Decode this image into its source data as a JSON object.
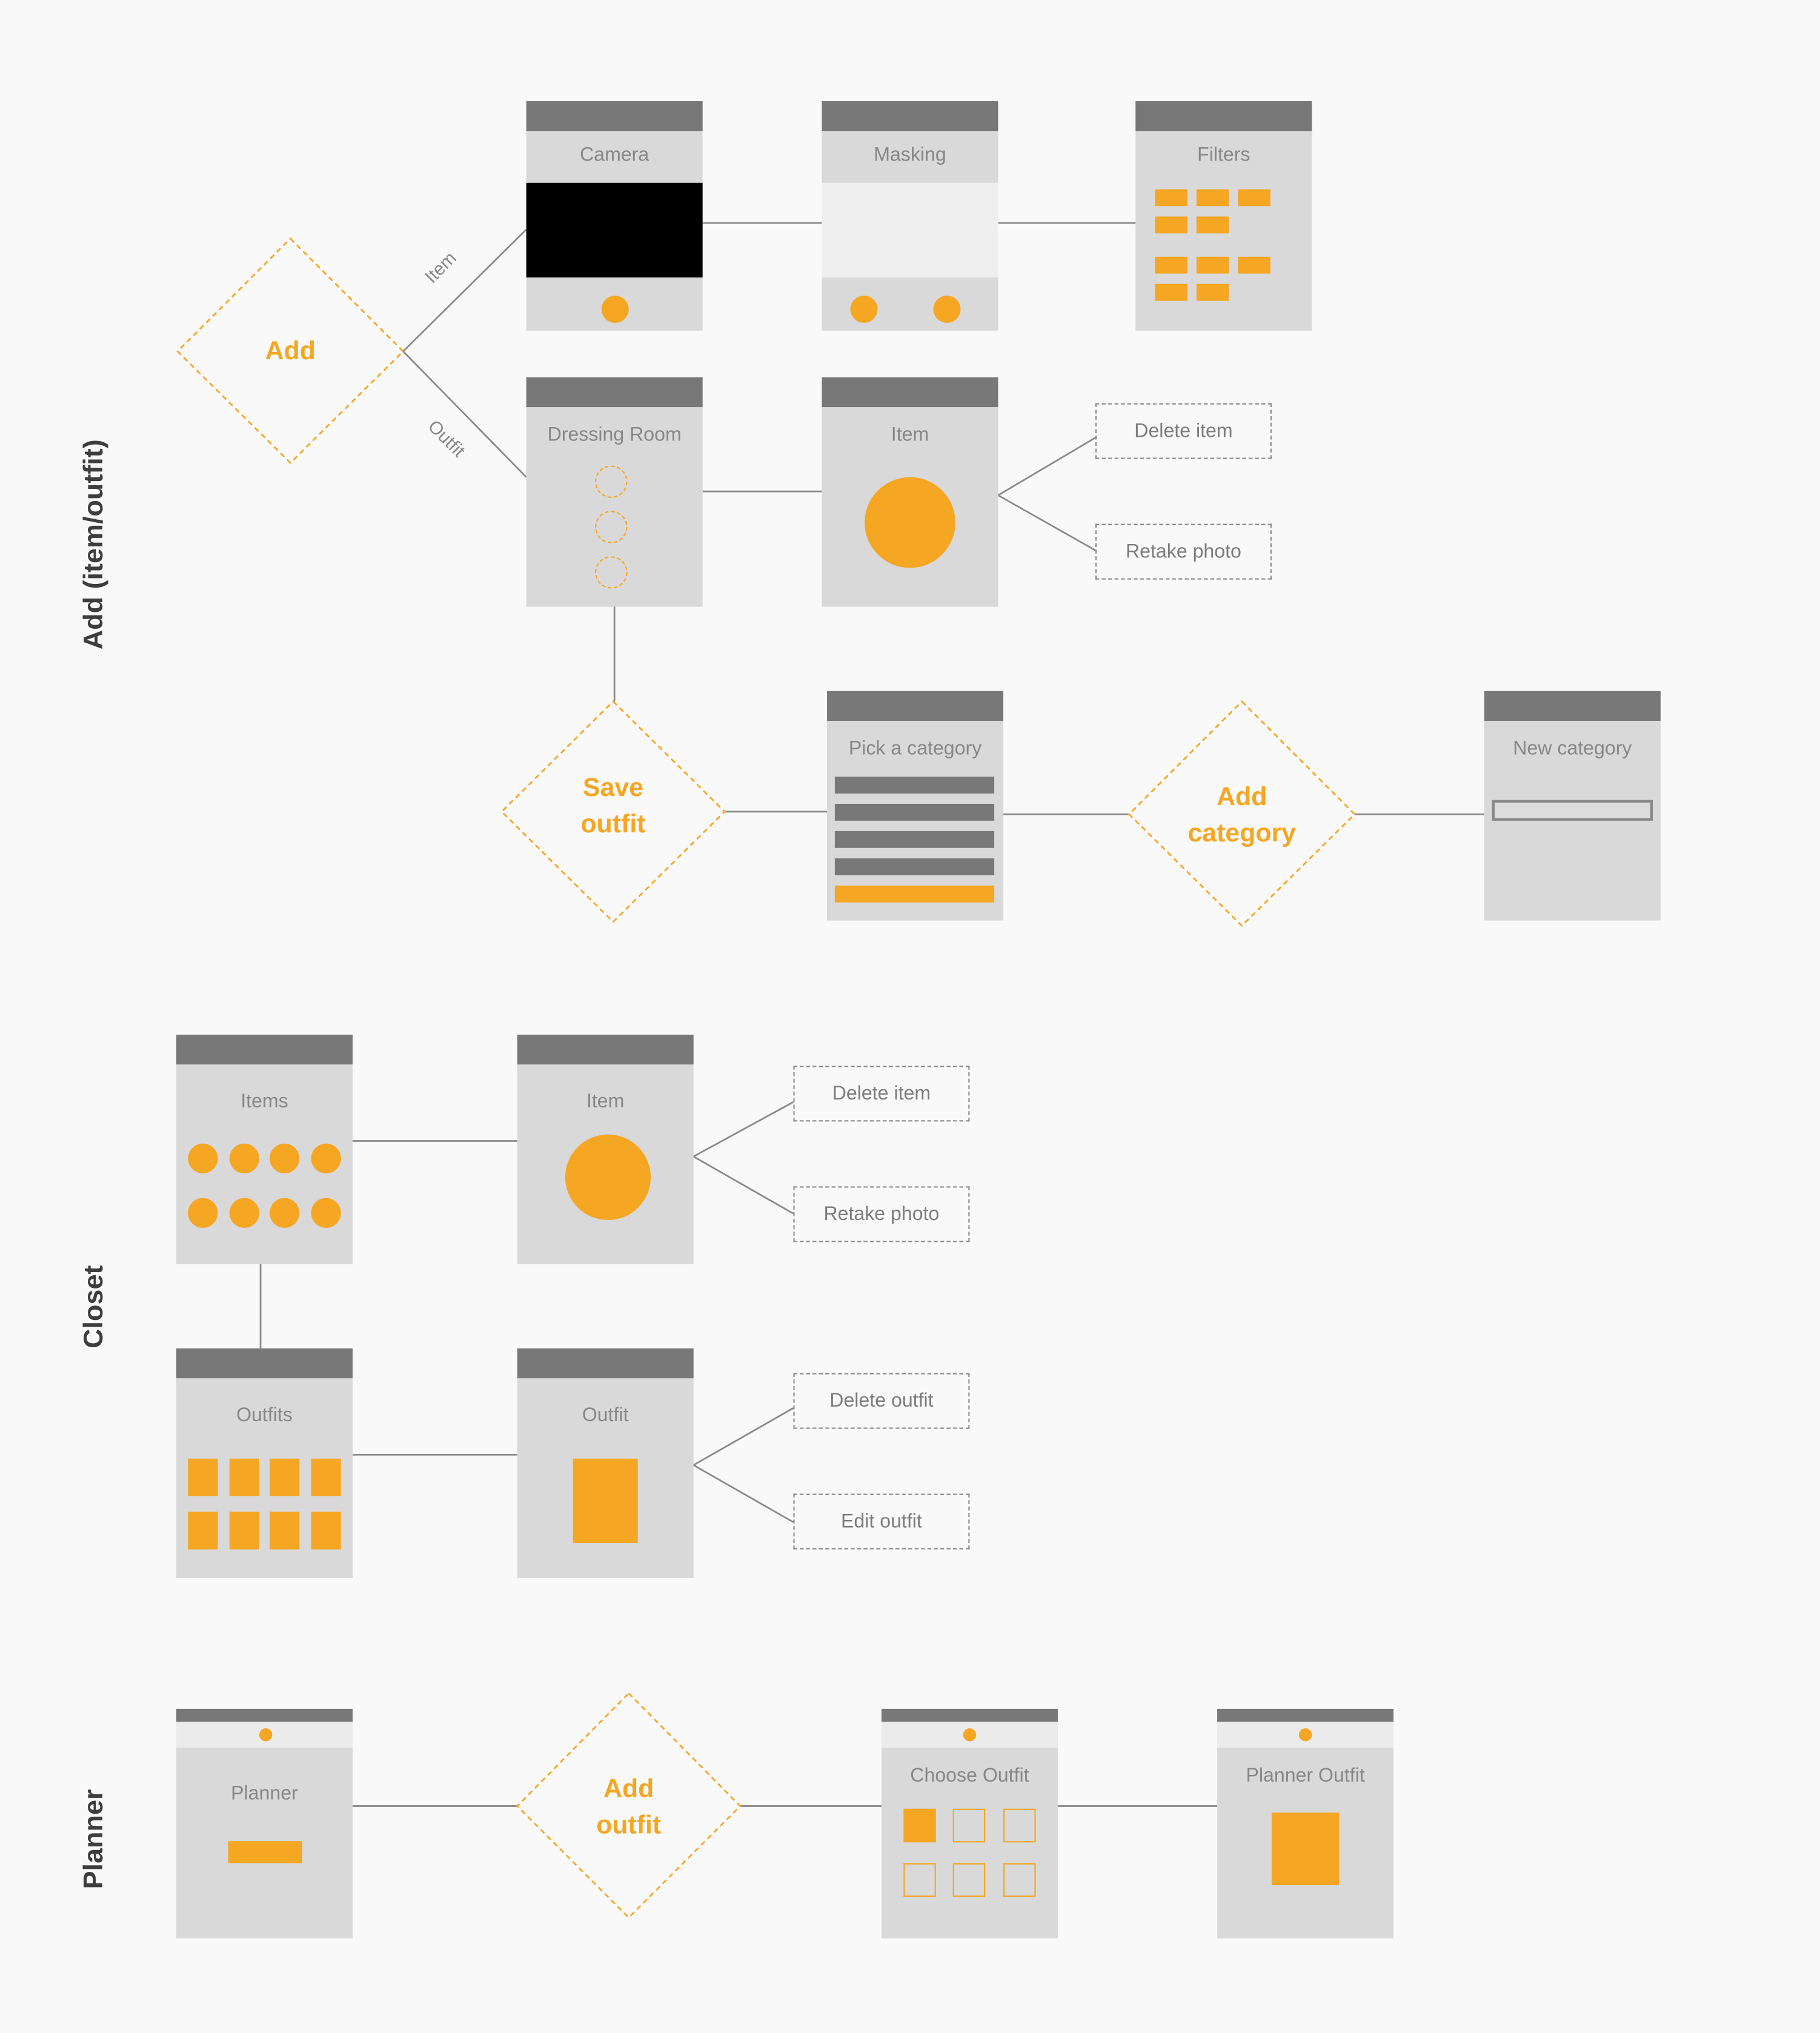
{
  "sections": {
    "add": "Add (item/outfit)",
    "closet": "Closet",
    "planner": "Planner"
  },
  "edge_labels": {
    "item": "Item",
    "outfit": "Outfit"
  },
  "diamonds": {
    "add": "Add",
    "save_outfit": "Save\noutfit",
    "add_category": "Add\ncategory",
    "add_outfit": "Add\noutfit"
  },
  "screens": {
    "camera": "Camera",
    "masking": "Masking",
    "filters": "Filters",
    "dressing_room": "Dressing Room",
    "item_add": "Item",
    "pick_category": "Pick a category",
    "new_category": "New category",
    "items": "Items",
    "item_closet": "Item",
    "outfits": "Outfits",
    "outfit": "Outfit",
    "planner": "Planner",
    "choose_outfit": "Choose Outfit",
    "planner_outfit": "Planner Outfit"
  },
  "actions": {
    "delete_item_add": "Delete item",
    "retake_photo_add": "Retake photo",
    "delete_item_closet": "Delete item",
    "retake_photo_closet": "Retake photo",
    "delete_outfit": "Delete outfit",
    "edit_outfit": "Edit outfit"
  },
  "colors": {
    "accent": "#f5a623",
    "screen_bg": "#d9d9d9",
    "title_bar": "#787878",
    "connector": "#8a8a8a",
    "section_text": "#3d3d3d"
  }
}
